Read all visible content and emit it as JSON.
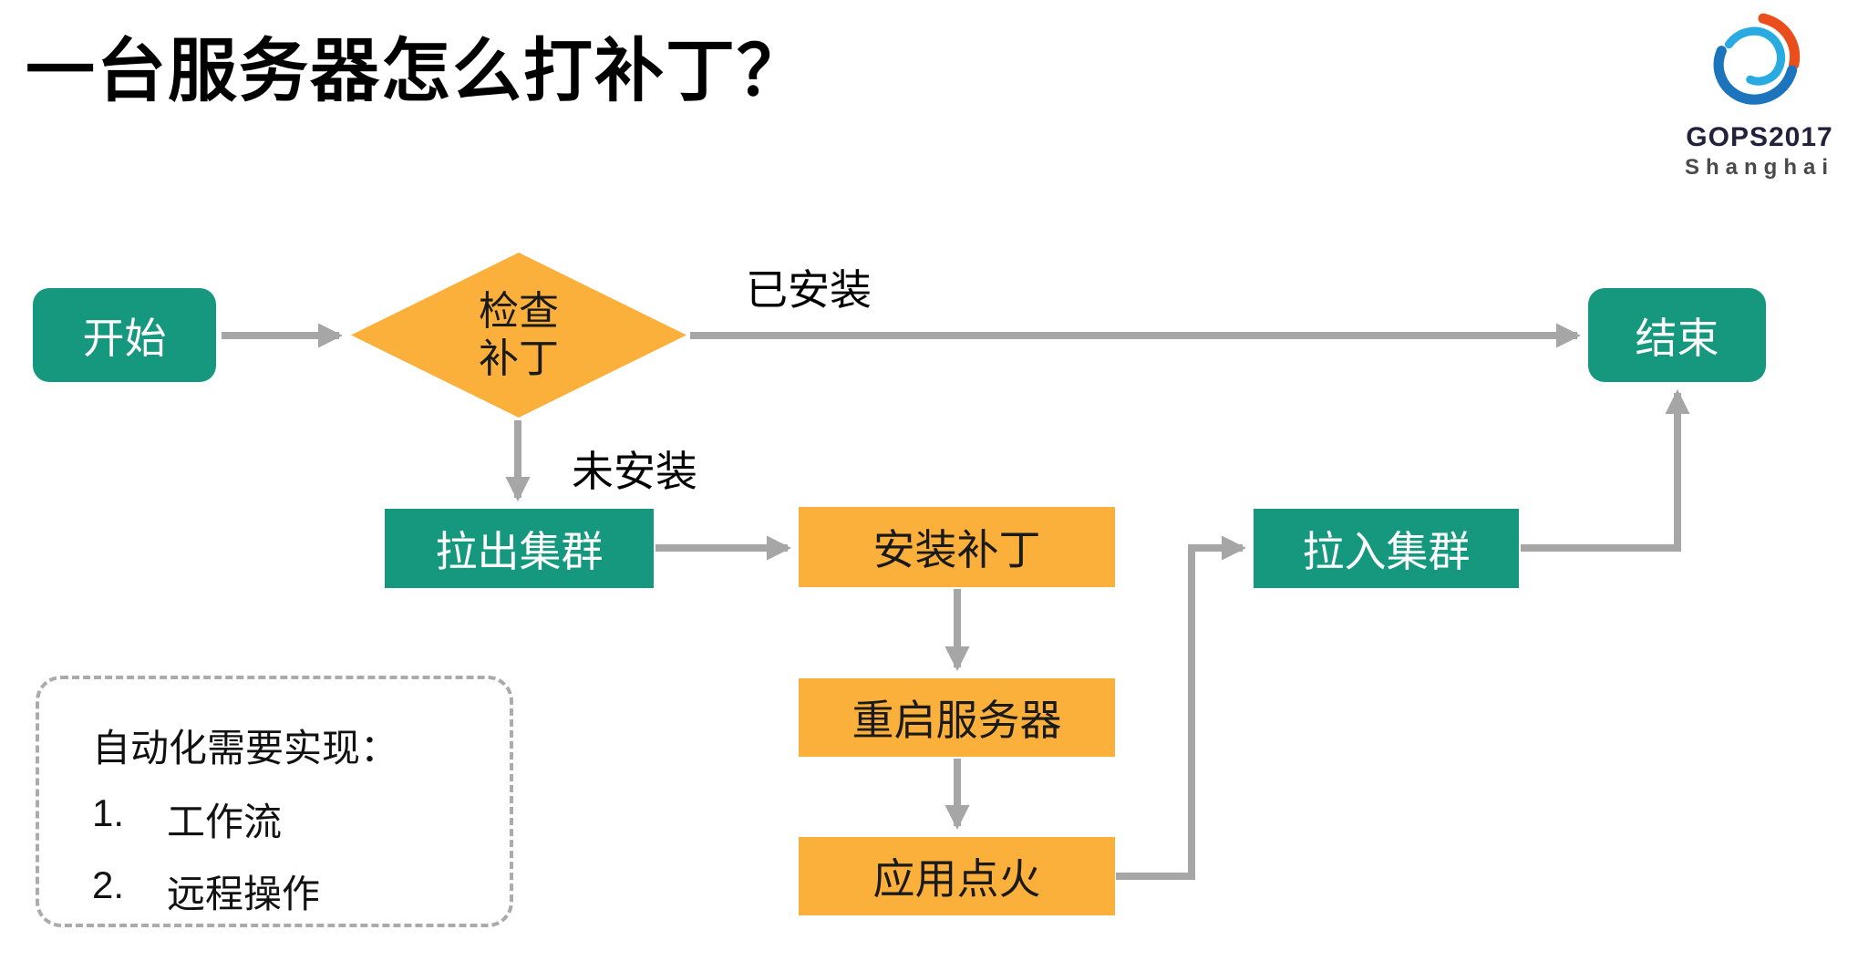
{
  "slide": {
    "title": "一台服务器怎么打补丁？",
    "logo": {
      "line1": "GOPS2017",
      "line2": "Shanghai"
    }
  },
  "flow": {
    "start": "开始",
    "check_line1": "检查",
    "check_line2": "补丁",
    "end": "结束",
    "pull_out": "拉出集群",
    "install": "安装补丁",
    "restart": "重启服务器",
    "ignite": "应用点火",
    "pull_in": "拉入集群",
    "label_installed": "已安装",
    "label_not_installed": "未安装"
  },
  "note": {
    "title": "自动化需要实现：",
    "items": [
      {
        "number": "1.",
        "text": "工作流"
      },
      {
        "number": "2.",
        "text": "远程操作"
      }
    ]
  },
  "colors": {
    "teal": "#16987E",
    "yellow": "#FBB03B",
    "arrow": "#A6A6A6",
    "title_text": "#000000",
    "node_text_light": "#FFFFFF",
    "node_text_dark": "#1A1A1A"
  }
}
